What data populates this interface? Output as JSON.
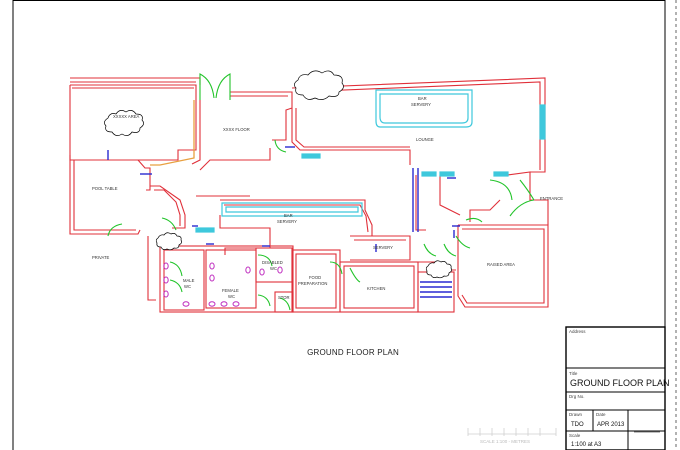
{
  "drawing": {
    "plan_title": "GROUND FLOOR PLAN",
    "scale_label": "SCALE 1:100 - METRES"
  },
  "rooms": {
    "xxxx_area": "XXXXX AREA",
    "xxxx_floor": "XXXX FLOOR",
    "bar_servery_top_1": "BAR",
    "bar_servery_top_2": "SERVERY",
    "lounge": "LOUNGE",
    "pool_table": "POOL TABLE",
    "private": "PRIVATE",
    "entrance": "ENTRANCE",
    "bar_servery_mid_1": "BAR",
    "bar_servery_mid_2": "SERVERY",
    "servery": "SERVERY",
    "raised_area": "RAISED AREA",
    "kitchen": "KITCHEN",
    "food_prep_1": "FOOD",
    "food_prep_2": "PREPARATION",
    "stor": "STOR",
    "disabled_1": "DISABLED",
    "disabled_2": "WC",
    "female_1": "FEMALE",
    "female_2": "WC",
    "male_1": "MALE",
    "male_2": "WC"
  },
  "title_block": {
    "address_label": "Address",
    "title_label": "Title",
    "title_value": "GROUND FLOOR PLAN",
    "drg_label": "Drg No.",
    "drawn_label": "Drawn",
    "drawn_value": "TDO",
    "date_label": "Date",
    "date_value": "APR 2013",
    "scale_label": "Scale",
    "scale_value": "1:100 at A3"
  },
  "colors": {
    "walls": "#e0303a",
    "doors": "#22c42a",
    "counters": "#3ec8dc",
    "stairs": "#2a2ad0",
    "fixtures": "#c030c0",
    "frame": "#000000"
  }
}
